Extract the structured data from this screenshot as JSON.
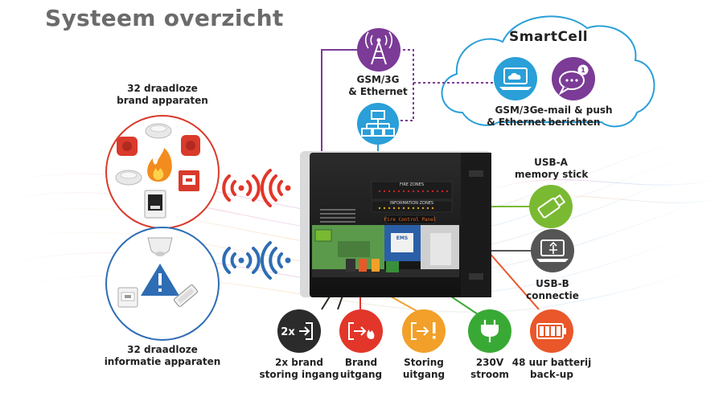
{
  "title": "Systeem overzicht",
  "cloud": {
    "brand": "SmartCell",
    "gsm_label": [
      "GSM/3G",
      "& Ethernet"
    ],
    "email_label": [
      "e-mail & push",
      "berichten"
    ],
    "badge": "1"
  },
  "gsm_ethernet_label": [
    "GSM/3G",
    "& Ethernet"
  ],
  "fire_devices_label": [
    "32 draadloze",
    "brand apparaten"
  ],
  "info_devices_label": [
    "32 draadloze",
    "informatie apparaten"
  ],
  "usb_a_label": [
    "USB-A",
    "memory stick"
  ],
  "usb_b_label": [
    "USB-B",
    "connectie"
  ],
  "bottom_items": [
    {
      "lines": [
        "2x brand",
        "storing ingang"
      ],
      "icon_text": "2x",
      "color": "#2b2b2b"
    },
    {
      "lines": [
        "Brand",
        "uitgang"
      ],
      "color": "#e2362a"
    },
    {
      "lines": [
        "Storing",
        "uitgang"
      ],
      "color": "#f2a02a"
    },
    {
      "lines": [
        "230V",
        "stroom"
      ],
      "color": "#39a935"
    },
    {
      "lines": [
        "48 uur batterij",
        "back-up"
      ],
      "color": "#e9572a"
    }
  ],
  "panel": {
    "fire_zones": "FIRE ZONES",
    "info_zones": "INFORMATION ZONES",
    "display": "Fire Control Panel",
    "brand": "EMS"
  },
  "colors": {
    "purple": "#7b3b96",
    "blue": "#2a9fd8",
    "green": "#7ab932",
    "gray": "#555555",
    "red": "#e2362a",
    "orange": "#f2a02a",
    "power_green": "#39a935",
    "battery_orange": "#e9572a",
    "fire_red": "#d93a2b",
    "info_blue": "#2e6db4"
  }
}
